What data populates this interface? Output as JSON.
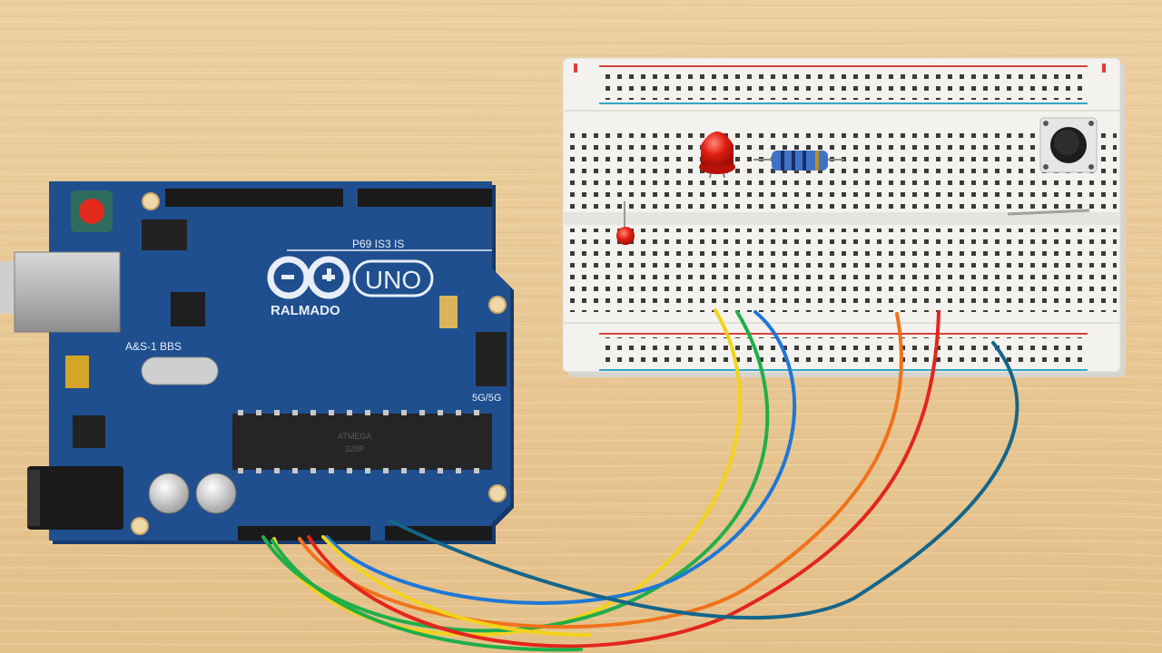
{
  "board": {
    "model": "UNO",
    "brand": "RALMADO",
    "label_top": "P69 IS3 IS",
    "label_left": "A&S-1 BBS",
    "label_right": "5G/5G",
    "chip_text_1": "ATMEGA",
    "chip_text_2": "328P"
  },
  "colors": {
    "table": "#e9c894",
    "board": "#1f4f8f",
    "breadboard": "#f2f1ec",
    "wire_yellow": "#f2d31b",
    "wire_green": "#1fae4a",
    "wire_blue": "#1e78d6",
    "wire_orange": "#f0721b",
    "wire_red": "#e3261b",
    "wire_teal": "#15658a"
  },
  "components": [
    "arduino-uno-board",
    "breadboard",
    "red-led",
    "small-red-led",
    "resistor",
    "push-button",
    "jumper-wires"
  ]
}
